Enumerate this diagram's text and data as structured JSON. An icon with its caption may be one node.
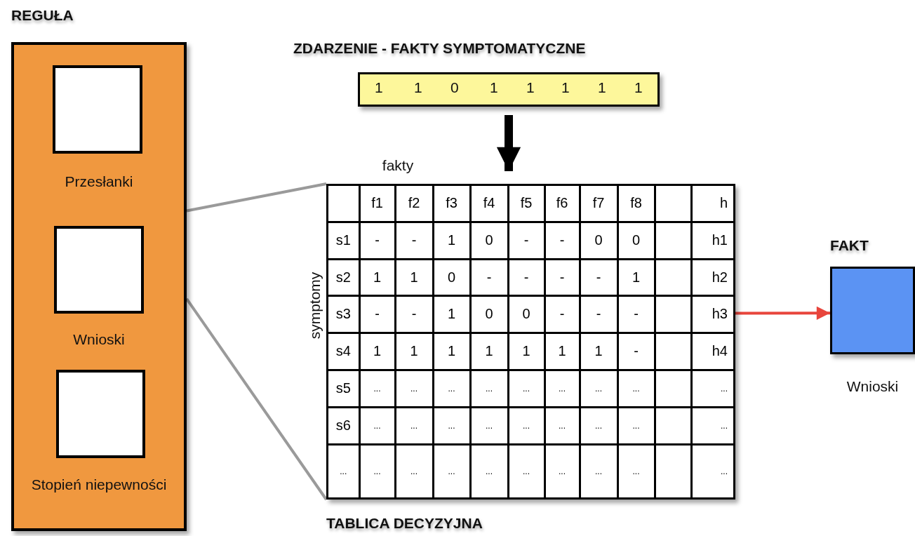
{
  "diagram": {
    "nodes": [
      {
        "text": [
          "REGUŁA"
        ]
      },
      {
        "text": [],
        "shape": "box",
        "in": 0,
        "beside": [
          "Przesłanki"
        ]
      },
      {
        "text": [],
        "shape": "box",
        "in": 0,
        "beside": [
          "Wnioski"
        ]
      },
      {
        "text": [],
        "shape": "box",
        "in": 0,
        "beside": [
          "Stopień niepewności"
        ]
      },
      {
        "text": [
          "ZDARZENIE - FAKTY SYMPTOMATYCZNE",
          "1",
          "1",
          "0",
          "1",
          "1",
          "1",
          "1",
          "1"
        ]
      },
      {
        "text": [
          "TABLICA DECYZYJNA"
        ],
        "beside": [
          "fakty",
          "symptomy"
        ]
      },
      {
        "text": [
          "FAKT"
        ],
        "beside": [
          "Wnioski"
        ]
      }
    ],
    "edges": [
      {
        "from": 4,
        "to": 5,
        "arrow": "to",
        "style": "thick",
        "color": "#000000"
      },
      {
        "from": 0,
        "to": 5,
        "arrow": "none"
      },
      {
        "from": 0,
        "to": 5,
        "arrow": "none"
      },
      {
        "from": 5,
        "to": 6,
        "arrow": "to",
        "color": "#e8453c"
      }
    ],
    "labels": [
      "f1",
      "f2",
      "f3",
      "f4",
      "f5",
      "f6",
      "f7",
      "f8",
      "h",
      "s1",
      "-",
      "-",
      "1",
      "0",
      "-",
      "-",
      "0",
      "0",
      "h1",
      "s2",
      "1",
      "1",
      "0",
      "-",
      "-",
      "-",
      "-",
      "1",
      "h2",
      "s3",
      "-",
      "-",
      "1",
      "0",
      "0",
      "-",
      "-",
      "-",
      "h3",
      "s4",
      "1",
      "1",
      "1",
      "1",
      "1",
      "1",
      "1",
      "-",
      "h4",
      "s5",
      "...",
      "...",
      "...",
      "...",
      "...",
      "...",
      "...",
      "...",
      "...",
      "s6",
      "...",
      "...",
      "...",
      "...",
      "...",
      "...",
      "...",
      "...",
      "...",
      "...",
      "...",
      "...",
      "...",
      "...",
      "...",
      "...",
      "...",
      "...",
      "..."
    ]
  }
}
